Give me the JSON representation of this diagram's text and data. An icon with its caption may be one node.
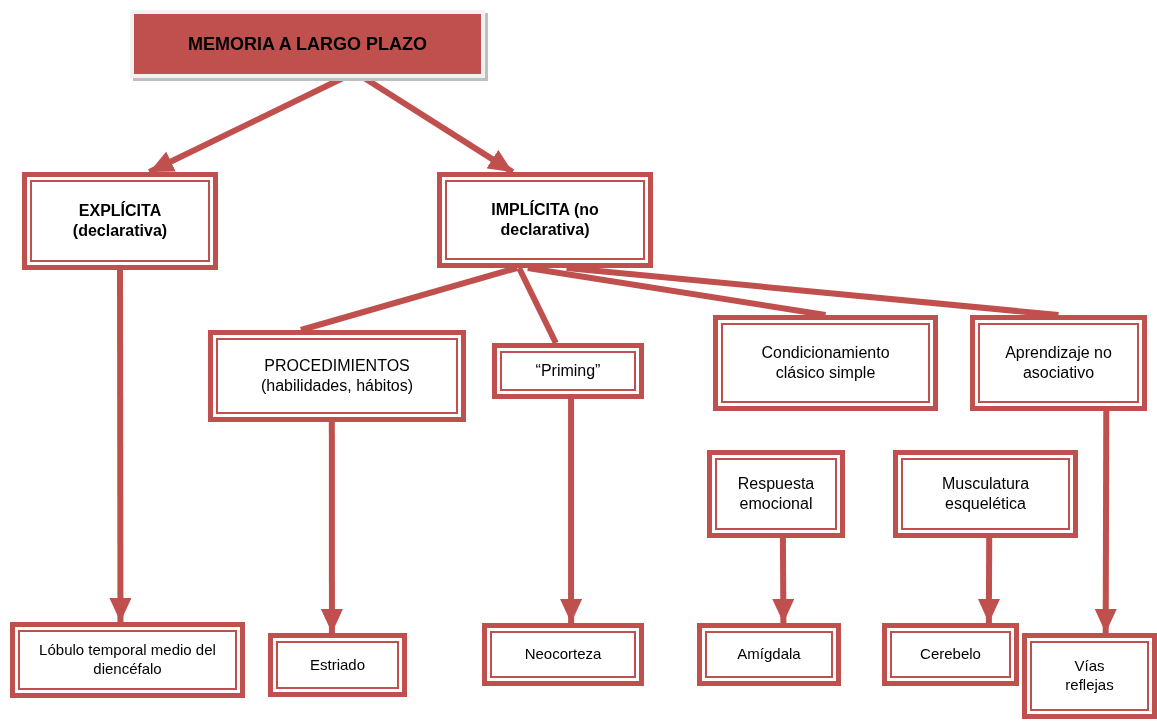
{
  "diagram": {
    "nodes": [
      {
        "text": [
          "MEMORIA A LARGO PLAZO"
        ]
      },
      {
        "text": [
          "EXPLÍCITA (declarativa)"
        ]
      },
      {
        "text": [
          "IMPLÍCITA (no declarativa)"
        ]
      },
      {
        "text": [
          "PROCEDIMIENTOS (habilidades, hábitos)"
        ]
      },
      {
        "text": [
          "“Priming”"
        ]
      },
      {
        "text": [
          "Condicionamiento clásico simple"
        ]
      },
      {
        "text": [
          "Aprendizaje no asociativo"
        ]
      },
      {
        "text": [
          "Respuesta emocional"
        ]
      },
      {
        "text": [
          "Musculatura esquelética"
        ]
      },
      {
        "text": [
          "Lóbulo temporal medio del diencéfalo"
        ]
      },
      {
        "text": [
          "Estriado"
        ]
      },
      {
        "text": [
          "Neocorteza"
        ]
      },
      {
        "text": [
          "Amígdala"
        ]
      },
      {
        "text": [
          "Cerebelo"
        ]
      },
      {
        "text": [
          "Vías reflejas"
        ]
      }
    ],
    "edges": [
      {
        "from": 0,
        "to": 1,
        "arrow": "to"
      },
      {
        "from": 0,
        "to": 2,
        "arrow": "to"
      },
      {
        "from": 2,
        "to": 3,
        "arrow": "none"
      },
      {
        "from": 2,
        "to": 4,
        "arrow": "none"
      },
      {
        "from": 2,
        "to": 5,
        "arrow": "none"
      },
      {
        "from": 2,
        "to": 6,
        "arrow": "none"
      },
      {
        "from": 1,
        "to": 9,
        "arrow": "to"
      },
      {
        "from": 3,
        "to": 10,
        "arrow": "to"
      },
      {
        "from": 4,
        "to": 11,
        "arrow": "to"
      },
      {
        "from": 7,
        "to": 12,
        "arrow": "to"
      },
      {
        "from": 8,
        "to": 13,
        "arrow": "to"
      },
      {
        "from": 6,
        "to": 14,
        "arrow": "to"
      }
    ]
  }
}
